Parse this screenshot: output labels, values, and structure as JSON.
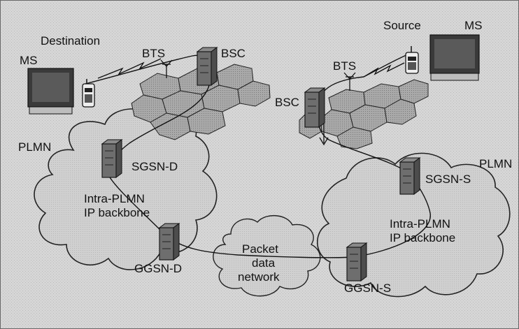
{
  "labels": {
    "destination": "Destination",
    "source": "Source",
    "ms_left": "MS",
    "ms_right": "MS",
    "bts_left": "BTS",
    "bts_right": "BTS",
    "bsc_left": "BSC",
    "bsc_right": "BSC",
    "plmn_left": "PLMN",
    "plmn_right": "PLMN",
    "sgsn_d": "SGSN-D",
    "sgsn_s": "SGSN-S",
    "ggsn_d": "GGSN-D",
    "ggsn_s": "GGSN-S",
    "backbone_left_1": "Intra-PLMN",
    "backbone_left_2": "IP backbone",
    "backbone_right_1": "Intra-PLMN",
    "backbone_right_2": "IP backbone",
    "pdn_1": "Packet",
    "pdn_2": "data",
    "pdn_3": "network"
  },
  "icons": [
    "computer-icon",
    "handset-icon",
    "antenna-icon",
    "server-icon",
    "cell-grid",
    "cloud"
  ]
}
